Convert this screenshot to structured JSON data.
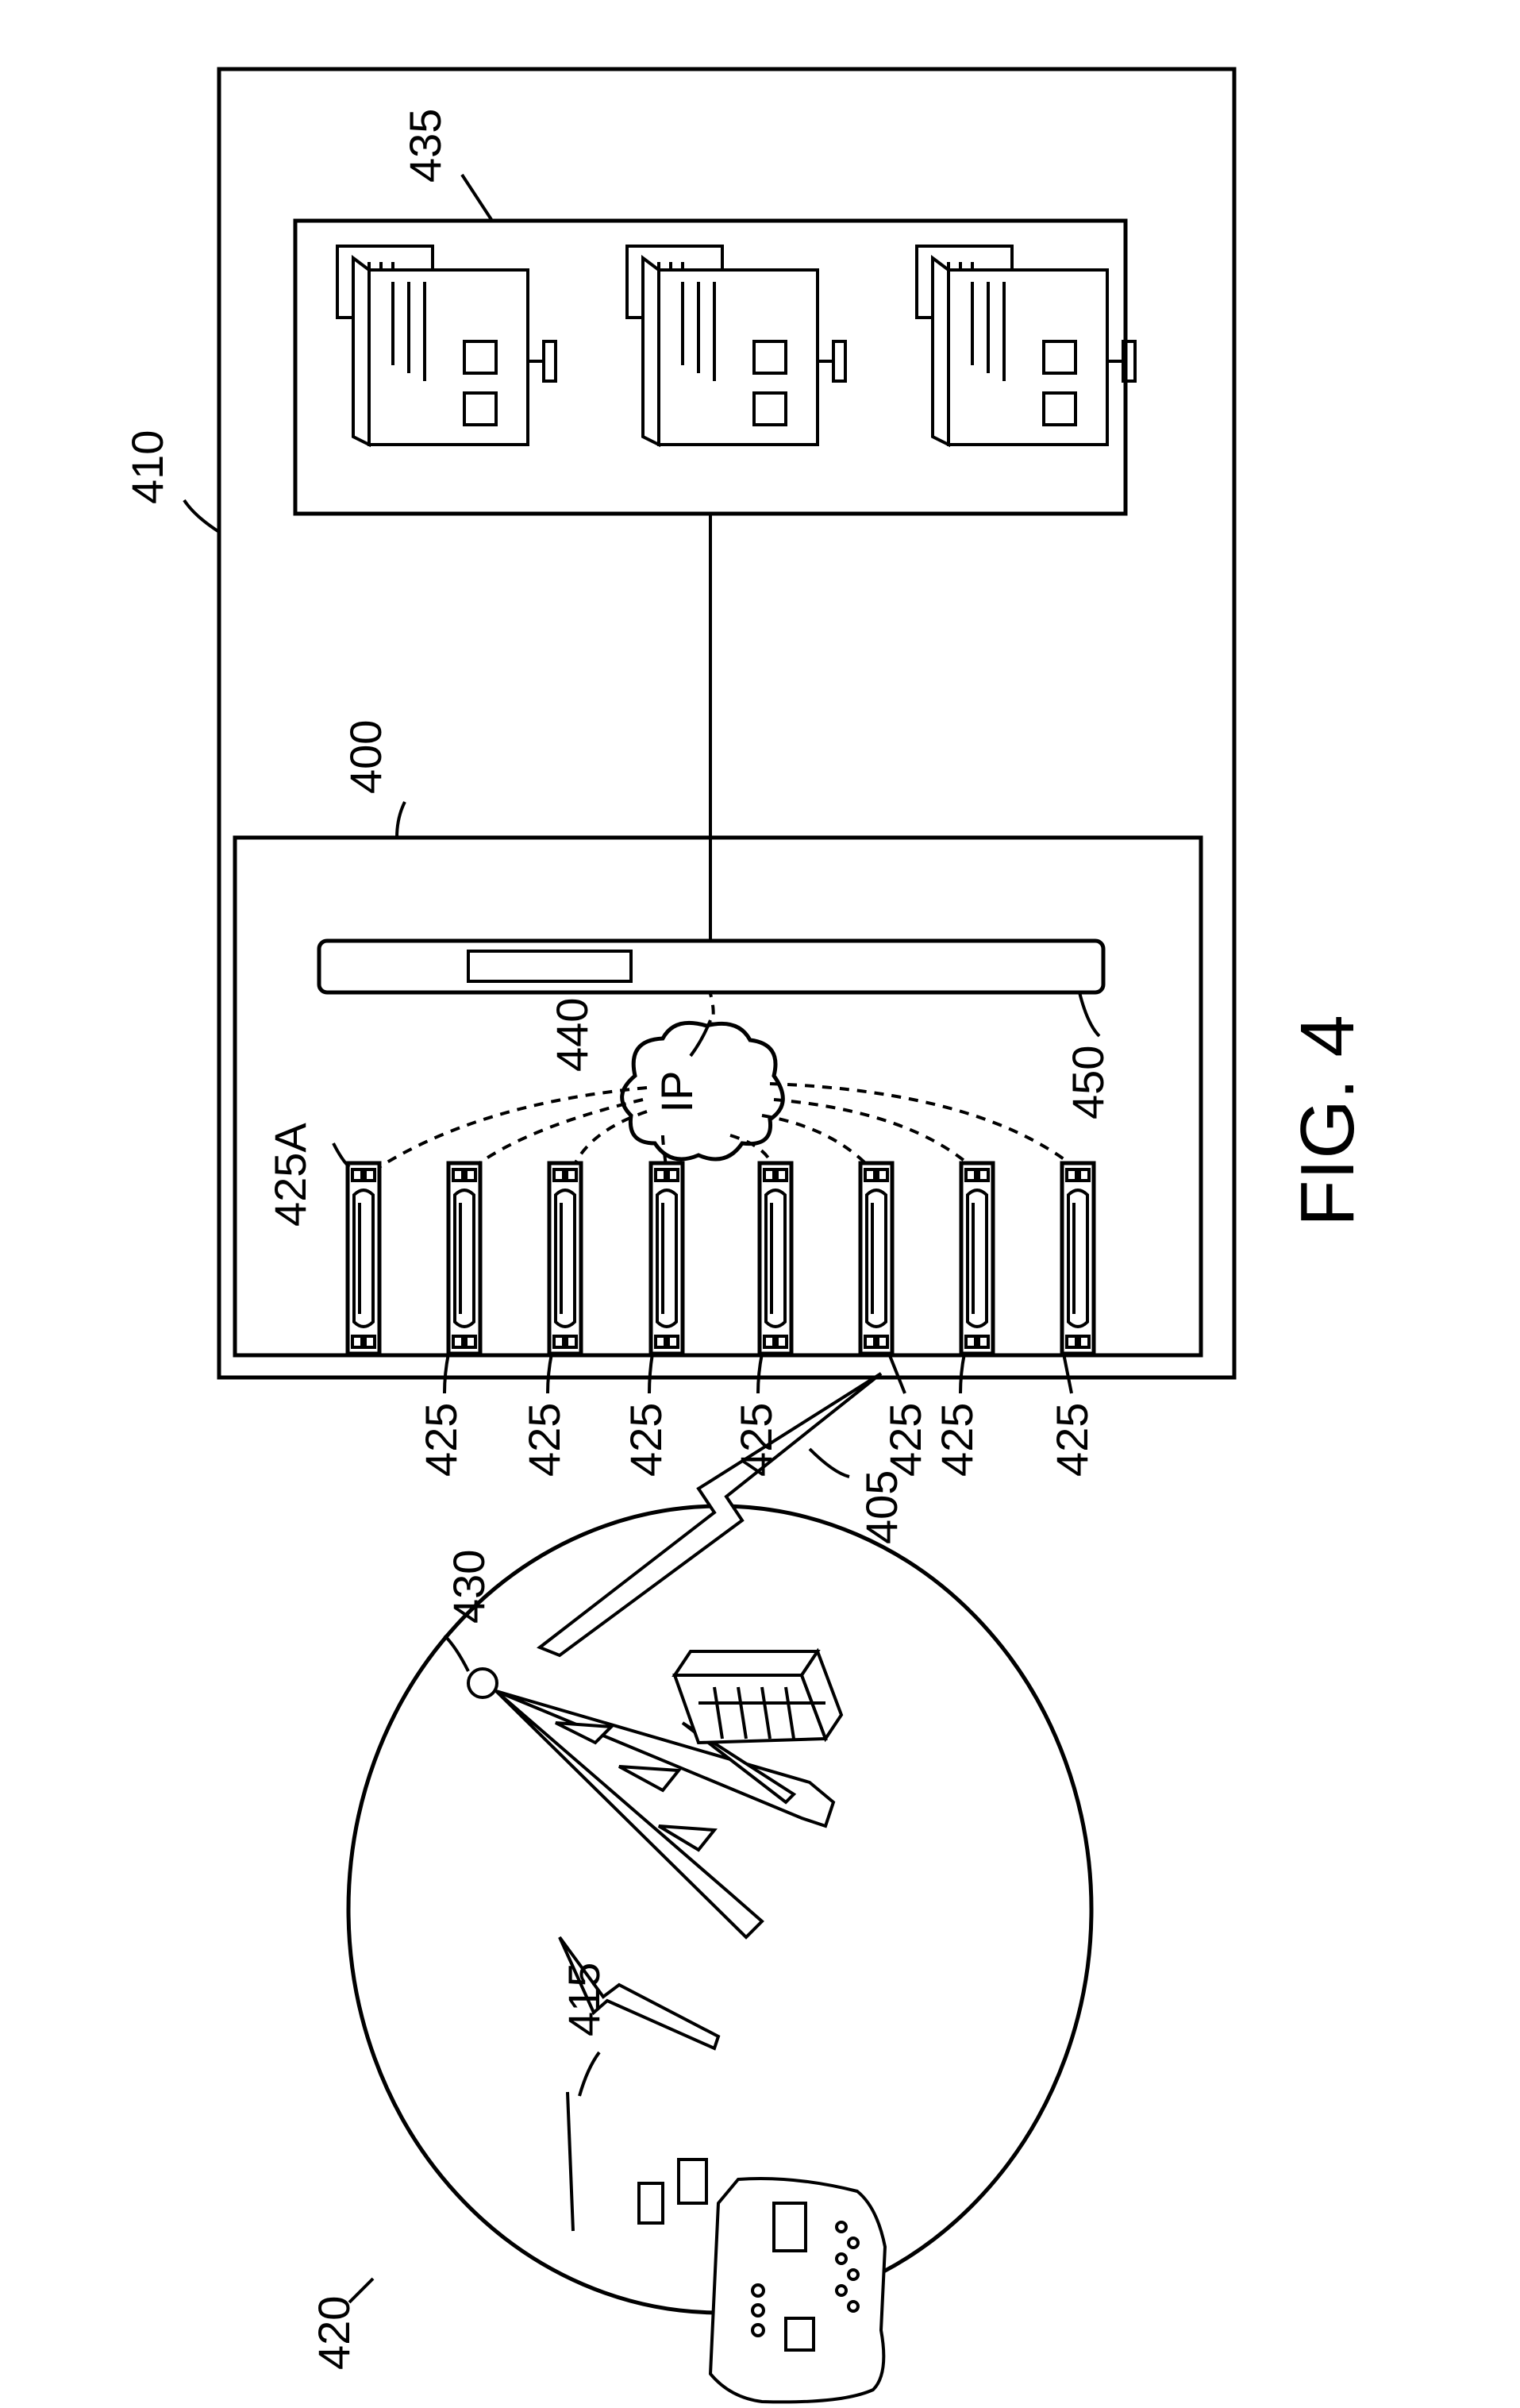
{
  "figure": {
    "caption": "FIG. 4"
  },
  "labels": {
    "system": "400",
    "wireless_link": "405",
    "site": "410",
    "radio": "415",
    "coverage_area": "420",
    "gateway": "425",
    "gateway_a": "425A",
    "tower": "430",
    "consoles": "435",
    "ip_network": "440",
    "ip_text": "IP",
    "switch": "450"
  }
}
